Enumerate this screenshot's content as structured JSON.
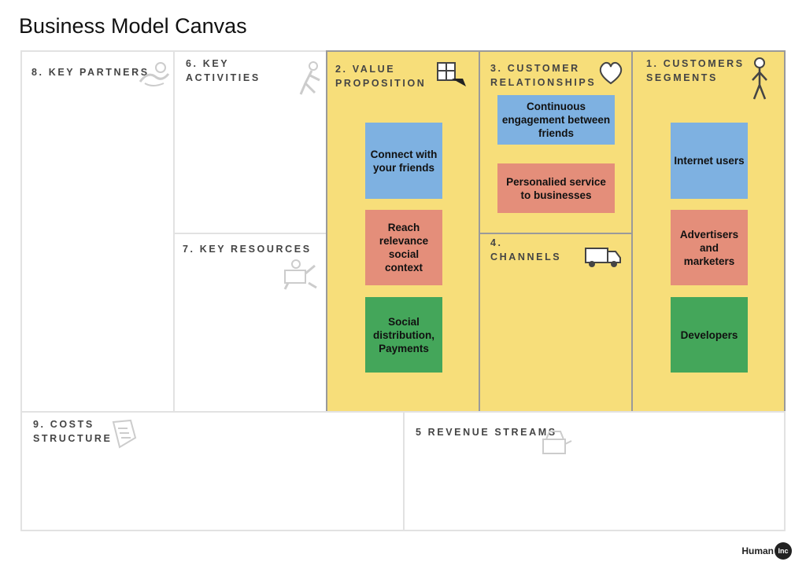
{
  "title": "Business Model Canvas",
  "sections": {
    "key_partners": "8. KEY PARTNERS",
    "key_activities": "6. KEY\nACTIVITIES",
    "key_resources": "7. KEY RESOURCES",
    "value_proposition": "2. VALUE\nPROPOSITION",
    "customer_relationships": "3. CUSTOMER\nRELATIONSHIPS",
    "channels": "4.\nCHANNELS",
    "customer_segments": "1. CUSTOMERS\nSEGMENTS",
    "costs_structure": "9. COSTS\nSTRUCTURE",
    "revenue_streams": "5 REVENUE STREAMS"
  },
  "notes": {
    "value_proposition": [
      "Connect with your friends",
      "Reach relevance social context",
      "Social distribution, Payments"
    ],
    "customer_relationships": [
      "Continuous engagement between friends",
      "Personalied service to businesses"
    ],
    "customer_segments": [
      "Internet users",
      "Advertisers and marketers",
      "Developers"
    ]
  },
  "colors": {
    "highlight": "#f7de7a",
    "blue": "#7eb1e1",
    "red": "#e48e7a",
    "green": "#44a65a"
  },
  "logo": {
    "text": "Human",
    "badge": "Inc"
  }
}
